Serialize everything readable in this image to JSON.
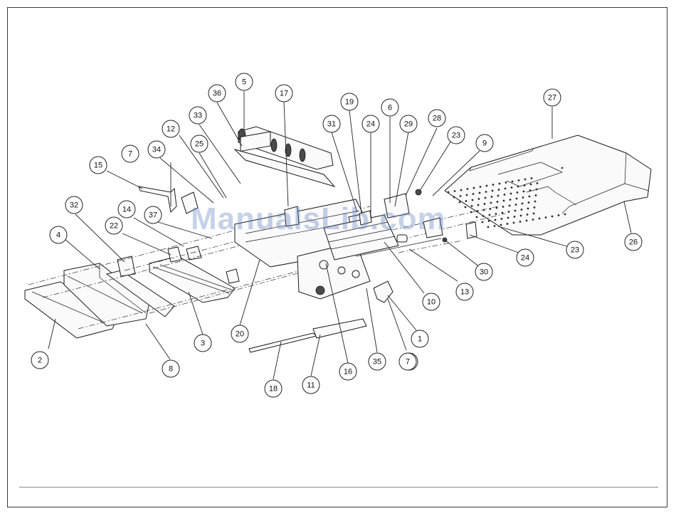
{
  "watermark": "ManualsLib.com",
  "callouts": [
    {
      "label": "1"
    },
    {
      "label": "2"
    },
    {
      "label": "3"
    },
    {
      "label": "4"
    },
    {
      "label": "5"
    },
    {
      "label": "6"
    },
    {
      "label": "7"
    },
    {
      "label": "7"
    },
    {
      "label": "7"
    },
    {
      "label": "8"
    },
    {
      "label": "9"
    },
    {
      "label": "10"
    },
    {
      "label": "11"
    },
    {
      "label": "12"
    },
    {
      "label": "13"
    },
    {
      "label": "14"
    },
    {
      "label": "15"
    },
    {
      "label": "16"
    },
    {
      "label": "17"
    },
    {
      "label": "18"
    },
    {
      "label": "19"
    },
    {
      "label": "20"
    },
    {
      "label": "22"
    },
    {
      "label": "23"
    },
    {
      "label": "23"
    },
    {
      "label": "24"
    },
    {
      "label": "24"
    },
    {
      "label": "25"
    },
    {
      "label": "26"
    },
    {
      "label": "27"
    },
    {
      "label": "28"
    },
    {
      "label": "29"
    },
    {
      "label": "30"
    },
    {
      "label": "31"
    },
    {
      "label": "32"
    },
    {
      "label": "33"
    },
    {
      "label": "34"
    },
    {
      "label": "35"
    },
    {
      "label": "36"
    },
    {
      "label": "37"
    }
  ]
}
